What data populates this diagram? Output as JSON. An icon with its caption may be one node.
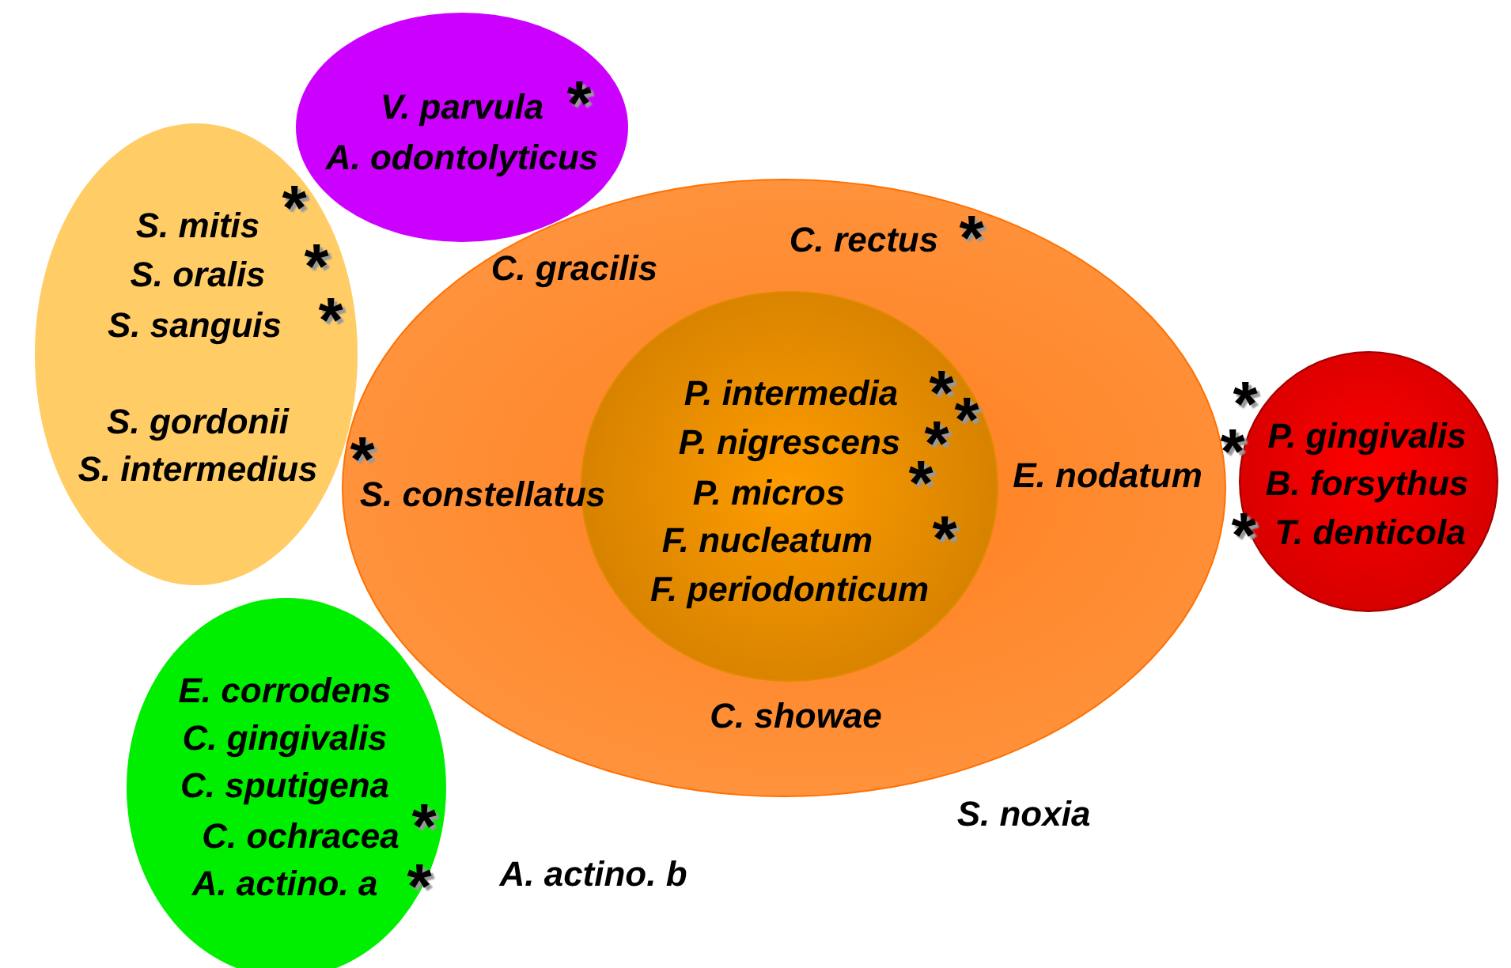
{
  "diagram": {
    "nodes": [
      {
        "text": [
          "V. parvula",
          "A. odontolyticus"
        ]
      },
      {
        "text": [
          "S. mitis",
          "S. oralis",
          "S. sanguis",
          "S. gordonii",
          "S. intermedius"
        ]
      },
      {
        "text": [
          "C. rectus",
          "C. gracilis",
          "S. constellatus",
          "E. nodatum",
          "C. showae"
        ]
      },
      {
        "text": [
          "P. intermedia",
          "P. nigrescens",
          "P. micros",
          "F. nucleatum",
          "F. periodonticum"
        ],
        "in": 2
      },
      {
        "text": [
          "P. gingivalis",
          "B. forsythus",
          "T. denticola"
        ]
      },
      {
        "text": [
          "E. corrodens",
          "C. gingivalis",
          "C. sputigena",
          "C. ochracea",
          "A. actino. a"
        ]
      }
    ],
    "edges": [],
    "labels": [
      "*",
      "*",
      "*",
      "*",
      "*",
      "*",
      "*",
      "*",
      "*",
      "*",
      "*",
      "*",
      "*",
      "*",
      "S. noxia",
      "*",
      "A. actino. b",
      "*"
    ]
  }
}
